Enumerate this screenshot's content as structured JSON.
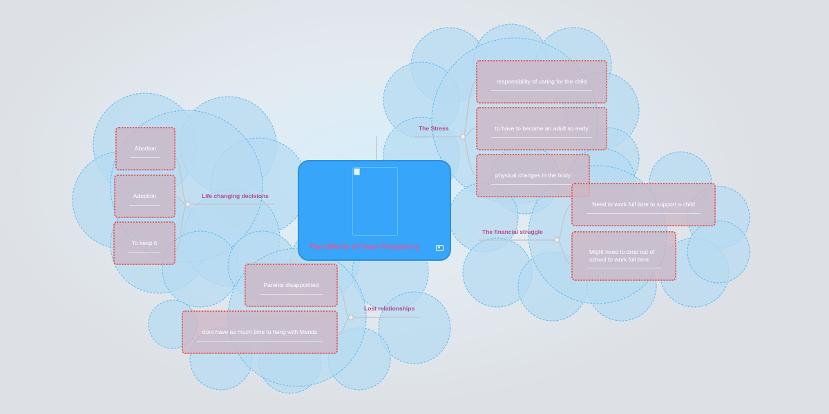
{
  "central": {
    "title": "The Effects of Teen Pregnancy",
    "icons": {
      "image": "broken-image-icon",
      "attach": "photo-icon"
    }
  },
  "branches": {
    "life": {
      "label": "Life changing decisions",
      "items": [
        "Abortion",
        "Adoption",
        "To keep it"
      ]
    },
    "stress": {
      "label": "The Stress",
      "items": [
        "responsibility of caring for the child",
        "to have to become an adult so early",
        "physical changes in the body"
      ]
    },
    "financial": {
      "label": "The financial struggle",
      "items": [
        "Need to work full time to support a child",
        "Might need to drop out of school to work full time"
      ]
    },
    "lost": {
      "label": "Lost relationships",
      "items": [
        "Parents disappointed",
        "dont have as much time to hang with friends"
      ]
    }
  },
  "colors": {
    "central_fill": "#36a5fa",
    "cloud_fill": "#b7dbf1",
    "cloud_border": "#58bbef",
    "leaf_border": "#e75a5a",
    "branch_label": "#b24c8b",
    "central_title": "#e05a9a"
  }
}
